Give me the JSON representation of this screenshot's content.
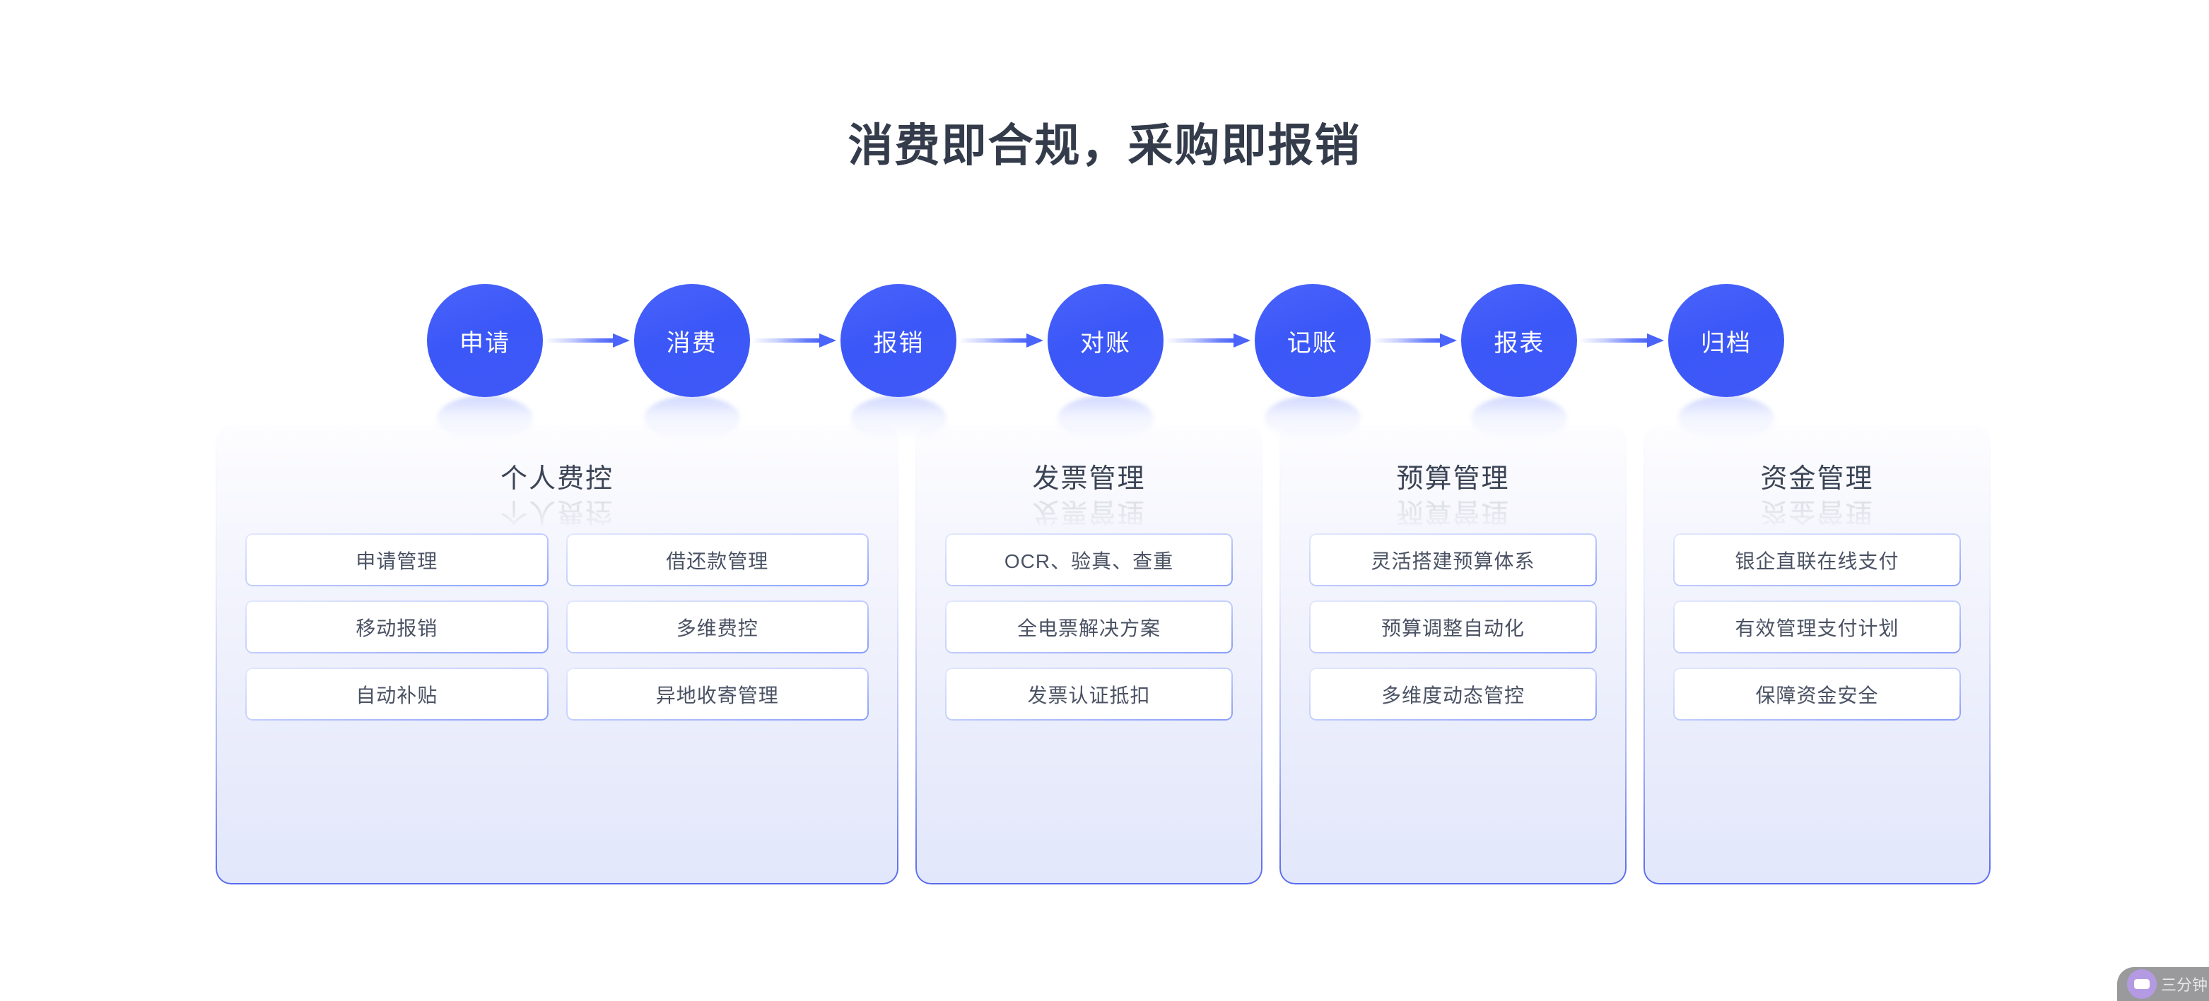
{
  "header": {
    "title": "消费即合规，采购即报销",
    "title_color": "#343c4b"
  },
  "theme": {
    "accent_blue": "#4a63fb",
    "panel_border": "#4f62ec",
    "pill_text": "#4a5263",
    "panel_title_color": "#3b4455",
    "page_background": "#ffffff"
  },
  "flow": {
    "nodes": [
      {
        "label": "申请"
      },
      {
        "label": "消费"
      },
      {
        "label": "报销"
      },
      {
        "label": "对账"
      },
      {
        "label": "记账"
      },
      {
        "label": "报表"
      },
      {
        "label": "归档"
      }
    ]
  },
  "panels": [
    {
      "title": "个人费控",
      "columns": 2,
      "items": [
        "申请管理",
        "借还款管理",
        "移动报销",
        "多维费控",
        "自动补贴",
        "异地收寄管理"
      ]
    },
    {
      "title": "发票管理",
      "columns": 1,
      "items": [
        "OCR、验真、查重",
        "全电票解决方案",
        "发票认证抵扣"
      ]
    },
    {
      "title": "预算管理",
      "columns": 1,
      "items": [
        "灵活搭建预算体系",
        "预算调整自动化",
        "多维度动态管控"
      ]
    },
    {
      "title": "资金管理",
      "columns": 1,
      "items": [
        "银企直联在线支付",
        "有效管理支付计划",
        "保障资金安全"
      ]
    }
  ],
  "corner_widget": {
    "label": "三分钟",
    "icon": "chat-bubble-icon"
  }
}
